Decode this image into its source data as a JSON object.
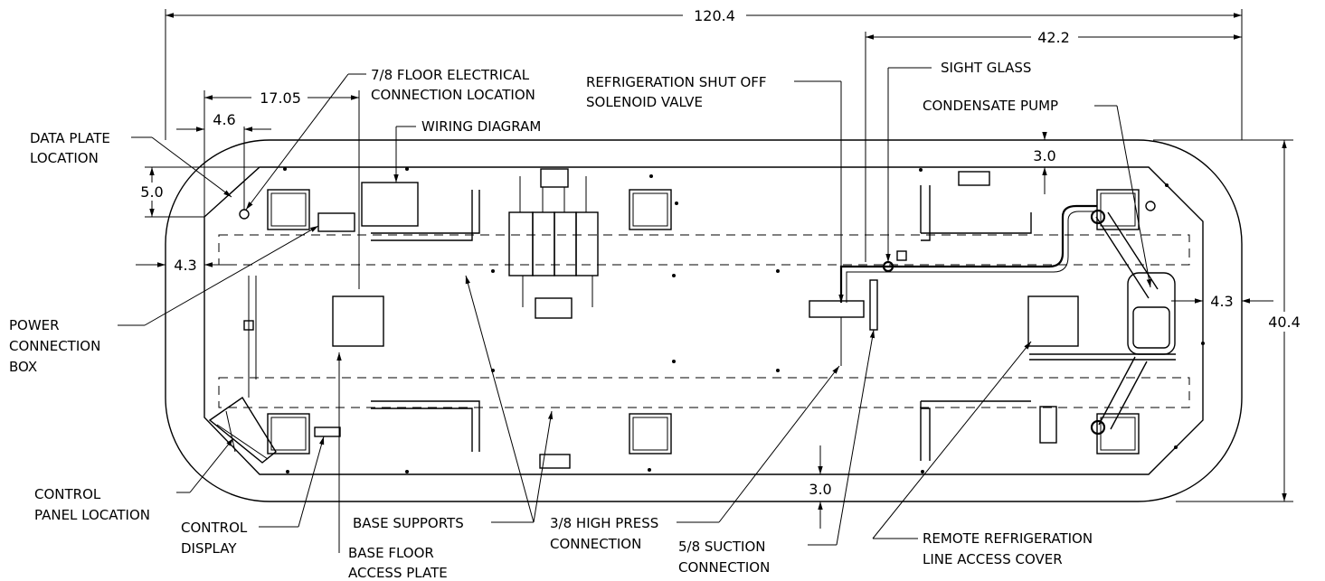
{
  "dimensions": {
    "overall_length": "120.4",
    "right_offset": "42.2",
    "left_offset": "17.05",
    "data_plate_offset": "4.6",
    "data_plate_height": "5.0",
    "left_rail_offset": "4.3",
    "right_rail_offset": "4.3",
    "top_clearance": "3.0",
    "bottom_clearance": "3.0",
    "overall_width": "40.4"
  },
  "callouts": {
    "floor_electrical_1": "7/8 FLOOR ELECTRICAL",
    "floor_electrical_2": "CONNECTION LOCATION",
    "solenoid_1": "REFRIGERATION SHUT OFF",
    "solenoid_2": "SOLENOID VALVE",
    "sight_glass": "SIGHT GLASS",
    "condensate_pump": "CONDENSATE PUMP",
    "wiring_diagram": "WIRING DIAGRAM",
    "data_plate_1": "DATA PLATE",
    "data_plate_2": "LOCATION",
    "power_1": "POWER",
    "power_2": "CONNECTION",
    "power_3": "BOX",
    "control_panel_1": "CONTROL",
    "control_panel_2": "PANEL LOCATION",
    "control_display_1": "CONTROL",
    "control_display_2": "DISPLAY",
    "base_floor_1": "BASE FLOOR",
    "base_floor_2": "ACCESS PLATE",
    "base_supports": "BASE SUPPORTS",
    "high_press_1": "3/8 HIGH PRESS",
    "high_press_2": "CONNECTION",
    "suction_1": "5/8 SUCTION",
    "suction_2": "CONNECTION",
    "remote_1": "REMOTE REFRIGERATION",
    "remote_2": "LINE ACCESS COVER"
  }
}
